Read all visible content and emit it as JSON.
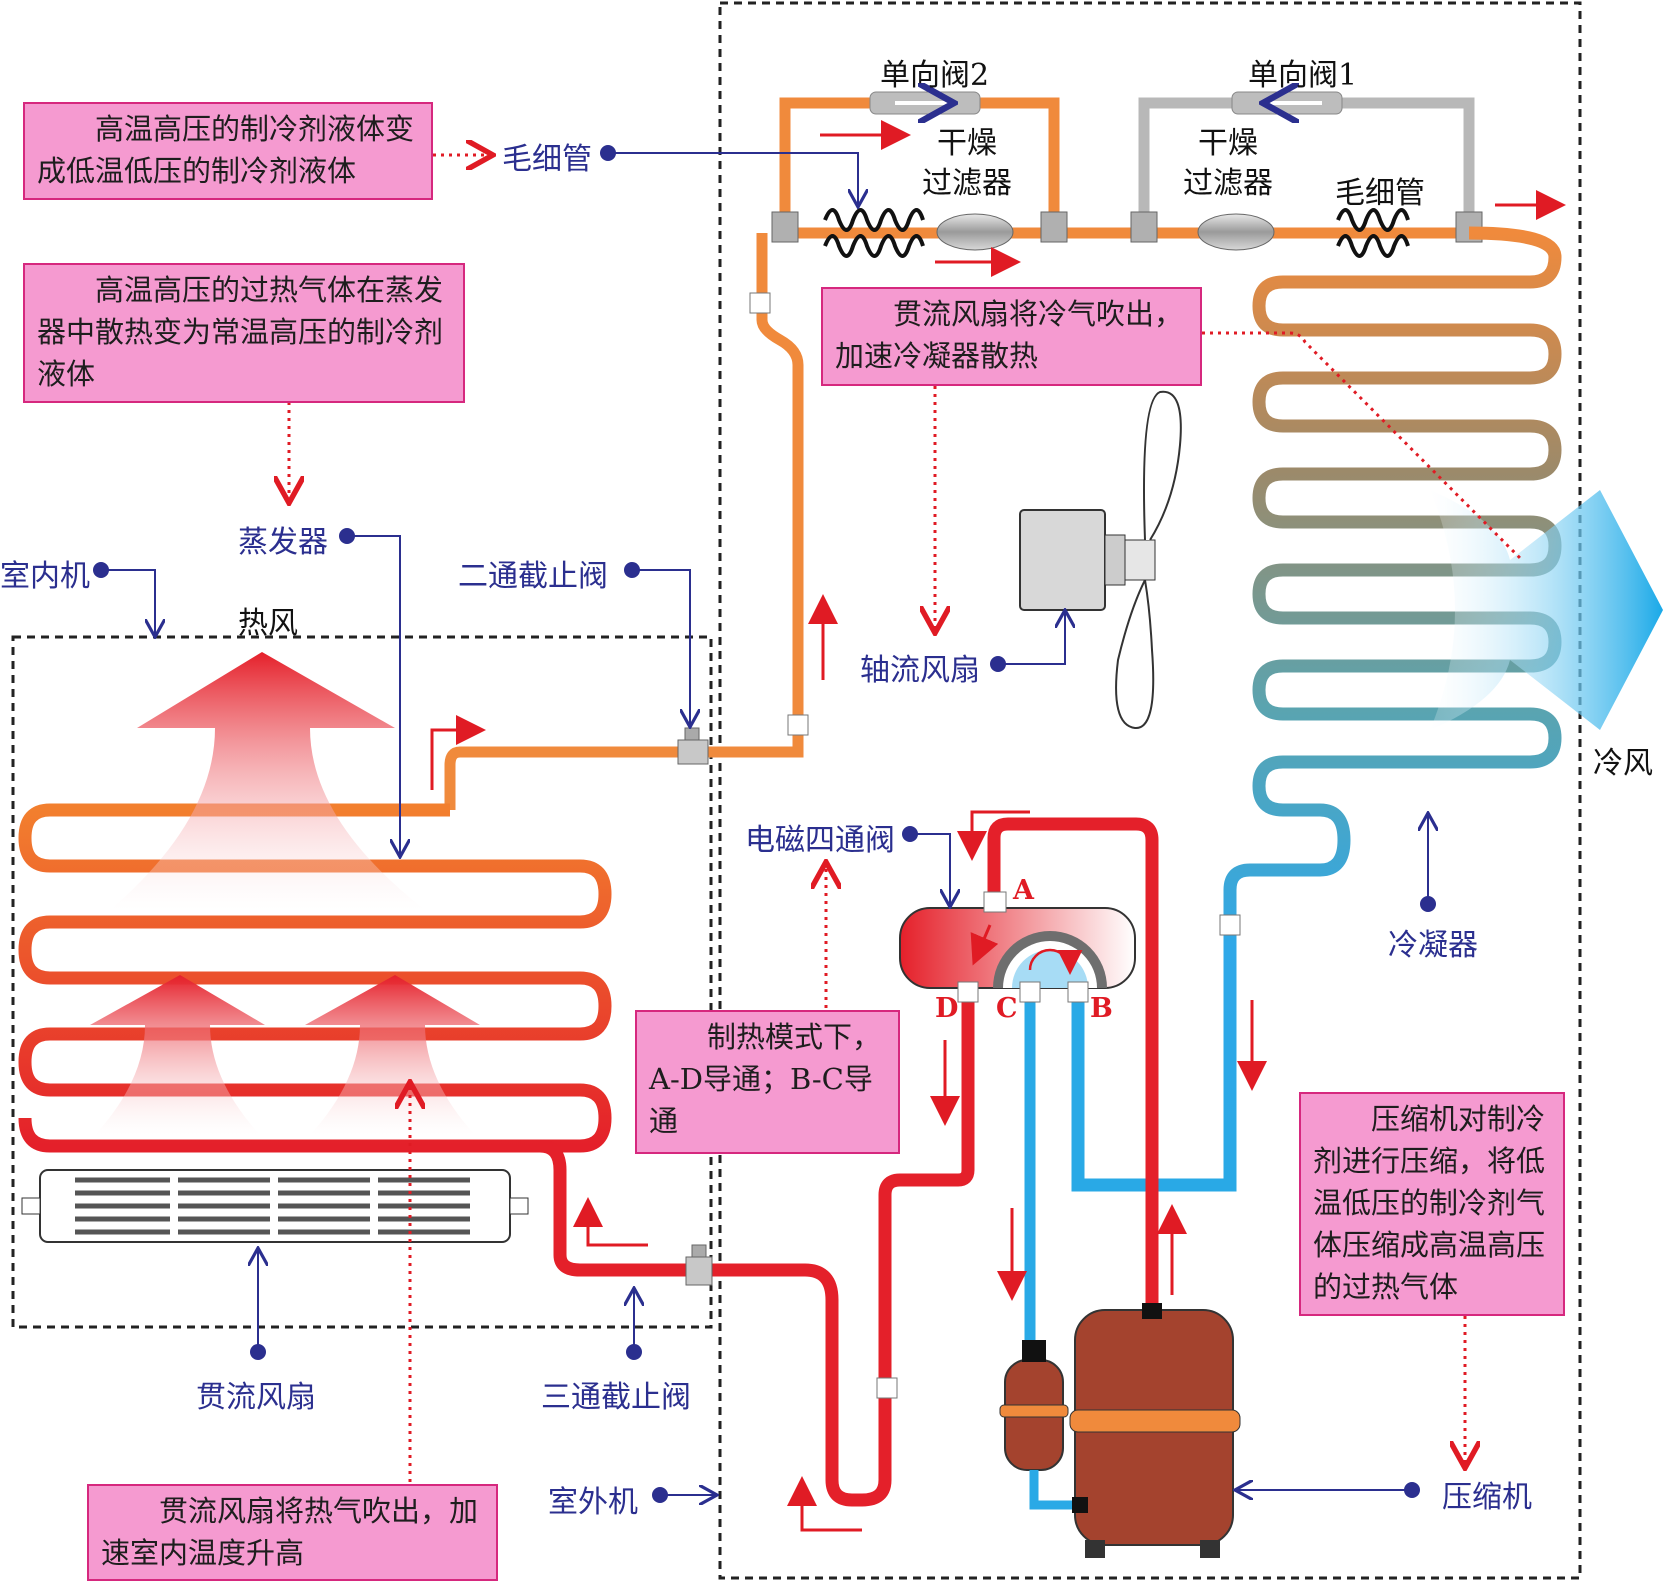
{
  "notes": {
    "capillary_note": "高温高压的制冷剂液体变成低温低压的制冷剂液体",
    "evaporator_note": "高温高压的过热气体在蒸发器中散热变为常温高压的制冷剂液体",
    "fan_outdoor_note": "贯流风扇将冷气吹出，加速冷凝器散热",
    "valve_note": "制热模式下，A-D导通；B-C导通",
    "compressor_note": "压缩机对制冷剂进行压缩，将低温低压的制冷剂气体压缩成高温高压的过热气体",
    "fan_indoor_note": "贯流风扇将热气吹出，加速室内温度升高"
  },
  "labels": {
    "capillary_left": "毛细管",
    "capillary_right": "毛细管",
    "check_valve_1": "单向阀1",
    "check_valve_2": "单向阀2",
    "dryer_filter_1": "干燥\n过滤器",
    "dryer_filter_2": "干燥\n过滤器",
    "evaporator": "蒸发器",
    "indoor_unit": "室内机",
    "outdoor_unit": "室外机",
    "hot_air": "热风",
    "cold_air": "冷风",
    "two_way_valve": "二通截止阀",
    "three_way_valve": "三通截止阀",
    "axial_fan": "轴流风扇",
    "four_way_valve": "电磁四通阀",
    "condenser": "冷凝器",
    "cross_flow_fan": "贯流风扇",
    "compressor": "压缩机"
  },
  "ports": {
    "a": "A",
    "b": "B",
    "c": "C",
    "d": "D"
  },
  "colors": {
    "note_fill": "#f59ad0",
    "note_border": "#d6287e",
    "label_blue": "#2b2f8f",
    "pipe_orange": "#f08a3c",
    "pipe_red": "#e4202a",
    "pipe_blue": "#29a9e6",
    "pipe_grey": "#b8b8b8",
    "arrow_red": "#e01b24",
    "compressor_brown": "#a4432e"
  }
}
